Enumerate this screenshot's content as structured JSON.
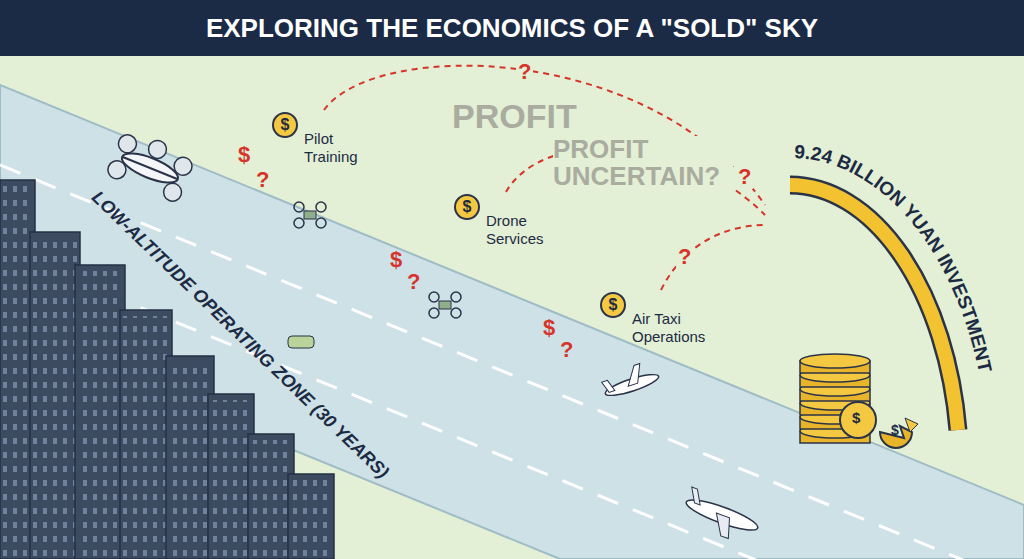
{
  "diagram": {
    "title": "EXPLORING THE ECONOMICS OF A \"SOLD\" SKY",
    "nodes": [
      {
        "text": [
          "$",
          "Pilot Training"
        ]
      },
      {
        "text": [
          "$",
          "Drone Services"
        ]
      },
      {
        "text": [
          "$",
          "Air Taxi Operations"
        ]
      },
      {
        "text": [
          "LOW-ALTITUDE OPERATING ZONE (30 YEARS)"
        ]
      },
      {
        "text": [
          "9.24 BILLION YUAN INVESTMENT"
        ]
      }
    ],
    "edges": [
      {
        "from": 0,
        "to": 4,
        "arrow": "none"
      },
      {
        "from": 1,
        "to": 4,
        "arrow": "none"
      },
      {
        "from": 2,
        "to": 4,
        "arrow": "none"
      }
    ],
    "labels": [
      "PROFIT",
      "PROFIT UNCERTAIN?",
      "$",
      "?",
      "$",
      "?",
      "$",
      "?",
      "?",
      "?",
      "?",
      "$",
      "$"
    ]
  }
}
